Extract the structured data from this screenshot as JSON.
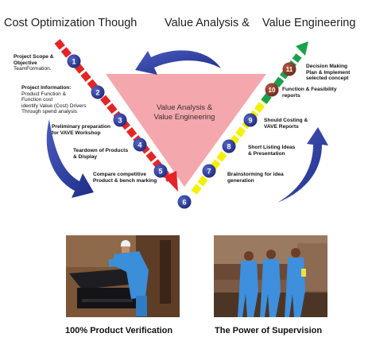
{
  "titles": {
    "left": "Cost Optimization Though",
    "middle": "Value Analysis &",
    "right": "Value Engineering"
  },
  "center": {
    "line1": "Value Analysis &",
    "line2": "Value Engineering"
  },
  "steps": [
    {
      "num": "1",
      "bold": [
        "Project Scope &",
        "Objective"
      ],
      "regular": [
        "TeamFormation."
      ]
    },
    {
      "num": "2",
      "bold": [
        "Project Information:"
      ],
      "regular": [
        "Product Function &",
        "Function cost",
        "identify Value (Cost) Drivers",
        "Through spend analysis"
      ]
    },
    {
      "num": "3",
      "bold": [
        "Preliminary preparation",
        "for VAVE Workshop"
      ],
      "regular": []
    },
    {
      "num": "4",
      "bold": [
        "Teardown of Products",
        "& Display"
      ],
      "regular": []
    },
    {
      "num": "5",
      "bold": [
        "Compare competitive",
        "Product & bench marking"
      ],
      "regular": []
    },
    {
      "num": "6",
      "bold": [],
      "regular": []
    },
    {
      "num": "7",
      "bold": [
        "Brainstorming for idea",
        "generation"
      ],
      "regular": []
    },
    {
      "num": "8",
      "bold": [
        "Short Listing Ideas",
        "& Presentation"
      ],
      "regular": []
    },
    {
      "num": "9",
      "bold": [
        "Should Costing &",
        "VAVE Reports"
      ],
      "regular": []
    },
    {
      "num": "10",
      "bold": [
        "Function & Feasibility",
        "reports"
      ],
      "regular": []
    },
    {
      "num": "11",
      "bold": [
        "Decision Making",
        "Plan & Implement",
        "selected concept"
      ],
      "regular": []
    }
  ],
  "captions": {
    "left": "100% Product Verification",
    "right": "The Power of Supervision"
  },
  "colors": {
    "circle_blue": "#2b3b96",
    "circle_brown": "#8b3a2a",
    "arrow_red": "#e22626",
    "arrow_yellow": "#f4f000",
    "arrow_green": "#1aa14a",
    "triangle_pink": "#f4a7ad",
    "swoosh_blue": "#2c3f9e"
  }
}
